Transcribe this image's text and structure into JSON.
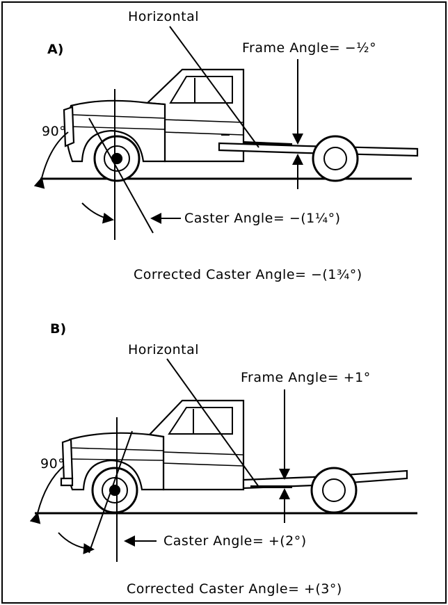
{
  "panel_a": {
    "letter": "A)",
    "horizontal": "Horizontal",
    "frame_angle": "Frame Angle= −½°",
    "ninety": "90°",
    "caster_angle": "Caster Angle= −(1¼°)",
    "corrected": "Corrected Caster Angle= −(1¾°)"
  },
  "panel_b": {
    "letter": "B)",
    "horizontal": "Horizontal",
    "frame_angle": "Frame Angle= +1°",
    "ninety": "90°",
    "caster_angle": "Caster Angle= +(2°)",
    "corrected": "Corrected Caster Angle= +(3°)"
  }
}
